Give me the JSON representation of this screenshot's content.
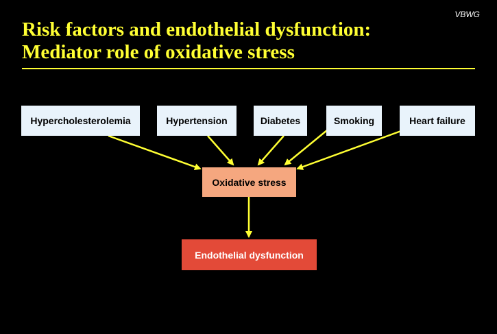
{
  "watermark": "VBWG",
  "title": {
    "line1": "Risk factors and endothelial dysfunction:",
    "line2": "Mediator role of oxidative stress"
  },
  "risk_factors": [
    "Hypercholesterolemia",
    "Hypertension",
    "Diabetes",
    "Smoking",
    "Heart failure"
  ],
  "mediator": "Oxidative stress",
  "outcome": "Endothelial dysfunction",
  "colors": {
    "title": "#ffff33",
    "arrow": "#ffff33",
    "factor_box": "#e9f3fb",
    "mediator_box": "#f5a77f",
    "outcome_box": "#e34a38",
    "background": "#000000"
  }
}
